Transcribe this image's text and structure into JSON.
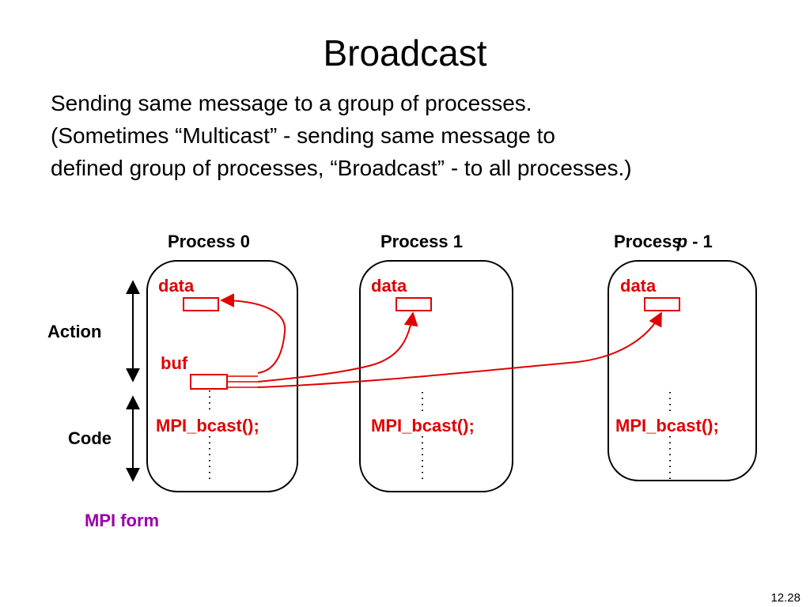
{
  "slide": {
    "title": "Broadcast",
    "lines": [
      "Sending same message to a group of  processes.",
      "(Sometimes “Multicast” - sending same message to",
      "defined group of processes, “Broadcast” - to all processes.)"
    ],
    "page_number": "12.28"
  },
  "diagram": {
    "processes": [
      {
        "label": "Process 0",
        "data_label": "data",
        "code": "MPI_bcast();"
      },
      {
        "label": "Process 1",
        "data_label": "data",
        "code": "MPI_bcast();"
      },
      {
        "label_prefix": "Process",
        "label_var": "p",
        "label_suffix": "- 1",
        "data_label": "data",
        "code": "MPI_bcast();"
      }
    ],
    "buf_label": "buf",
    "action_label": "Action",
    "code_label": "Code",
    "form_label": "MPI form",
    "colors": {
      "accent": "#e00000",
      "form": "#9900aa"
    }
  }
}
